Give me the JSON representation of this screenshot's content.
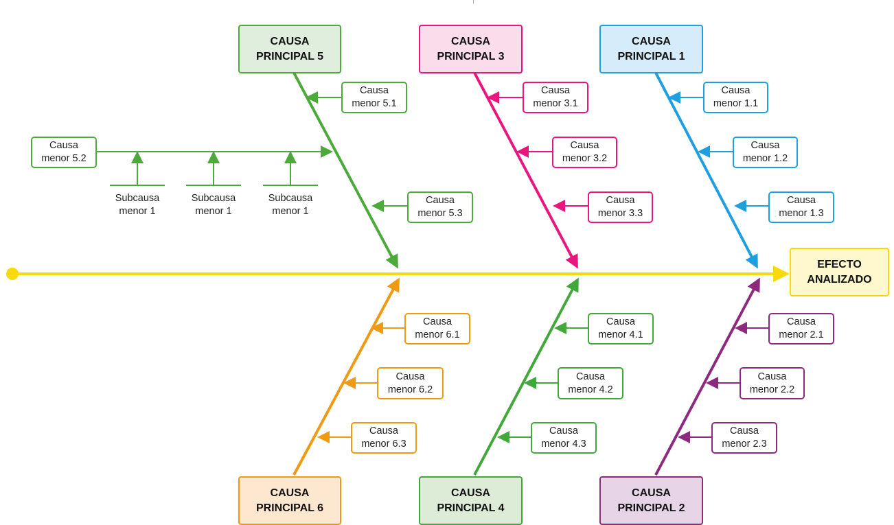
{
  "colors": {
    "spine": "#f7d90e",
    "c1": "#1ea0e0",
    "c2": "#8e2a7e",
    "c3": "#e8177f",
    "c4": "#43a83c",
    "c5": "#4caa3a",
    "c6": "#ef9a12",
    "fill1": "#d6ecfa",
    "fill2": "#e7d4e6",
    "fill3": "#fbdcea",
    "fill4": "#dcecd6",
    "fill5": "#dfeedd",
    "fill6": "#fde8cf",
    "effect_fill": "#fff8cf"
  },
  "effect": {
    "label": "EFECTO\nANALIZADO"
  },
  "main_causes": {
    "c1": "CAUSA\nPRINCIPAL 1",
    "c2": "CAUSA\nPRINCIPAL 2",
    "c3": "CAUSA\nPRINCIPAL 3",
    "c4": "CAUSA\nPRINCIPAL 4",
    "c5": "CAUSA\nPRINCIPAL 5",
    "c6": "CAUSA\nPRINCIPAL 6"
  },
  "minor_causes": {
    "m1_1": "Causa\nmenor 1.1",
    "m1_2": "Causa\nmenor 1.2",
    "m1_3": "Causa\nmenor 1.3",
    "m2_1": "Causa\nmenor 2.1",
    "m2_2": "Causa\nmenor 2.2",
    "m2_3": "Causa\nmenor 2.3",
    "m3_1": "Causa\nmenor 3.1",
    "m3_2": "Causa\nmenor 3.2",
    "m3_3": "Causa\nmenor 3.3",
    "m4_1": "Causa\nmenor 4.1",
    "m4_2": "Causa\nmenor 4.2",
    "m4_3": "Causa\nmenor 4.3",
    "m5_1": "Causa\nmenor 5.1",
    "m5_2": "Causa\nmenor 5.2",
    "m5_3": "Causa\nmenor 5.3",
    "m6_1": "Causa\nmenor 6.1",
    "m6_2": "Causa\nmenor 6.2",
    "m6_3": "Causa\nmenor 6.3"
  },
  "subcauses": [
    "Subcausa\nmenor 1",
    "Subcausa\nmenor 1",
    "Subcausa\nmenor 1"
  ]
}
